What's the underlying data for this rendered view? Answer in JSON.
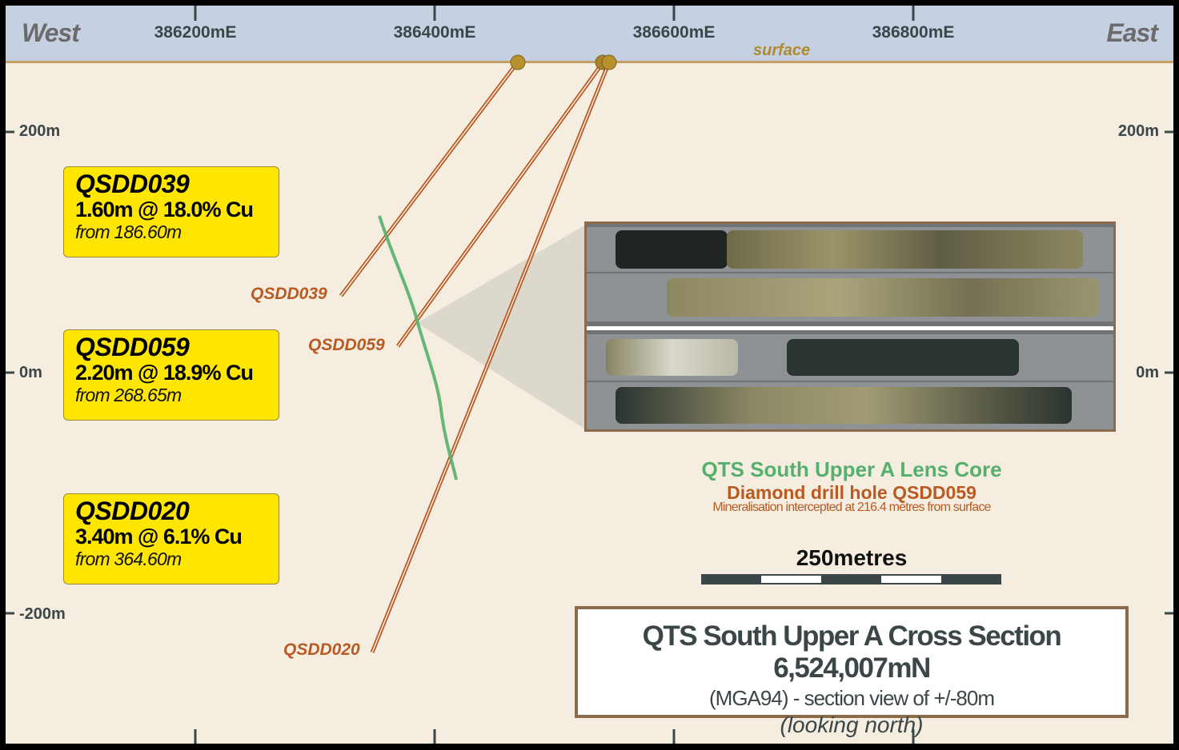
{
  "section": {
    "west_label": "West",
    "east_label": "East",
    "surface_label": "surface",
    "easting_ticks": [
      "386200mE",
      "386400mE",
      "386600mE",
      "386800mE"
    ],
    "rl_ticks_left": [
      "200m",
      "0m",
      "-200m"
    ],
    "rl_ticks_right": [
      "200m",
      "0m"
    ]
  },
  "intercepts": [
    {
      "hole": "QSDD039",
      "result": "1.60m @ 18.0% Cu",
      "from": "from 186.60m"
    },
    {
      "hole": "QSDD059",
      "result": "2.20m @ 18.9% Cu",
      "from": "from 268.65m"
    },
    {
      "hole": "QSDD020",
      "result": "3.40m @ 6.1% Cu",
      "from": "from 364.60m"
    }
  ],
  "hole_labels": [
    "QSDD039",
    "QSDD059",
    "QSDD020"
  ],
  "core_photo": {
    "title": "QTS South Upper A Lens Core",
    "subtitle": "Diamond drill hole QSDD059",
    "note": "Mineralisation intercepted at 216.4 metres from surface"
  },
  "scale": {
    "label": "250metres"
  },
  "title_box": {
    "title": "QTS South Upper A Cross Section 6,524,007mN",
    "line2": "(MGA94) - section view of +/-80m",
    "line3": "(looking north)"
  },
  "colors": {
    "sky": "#c5d0e2",
    "ground": "#f5ede0",
    "drill_trace": "#b85a22",
    "lens": "#55b06e",
    "collar": "#b8902c",
    "highlight_box": "#ffe600"
  }
}
